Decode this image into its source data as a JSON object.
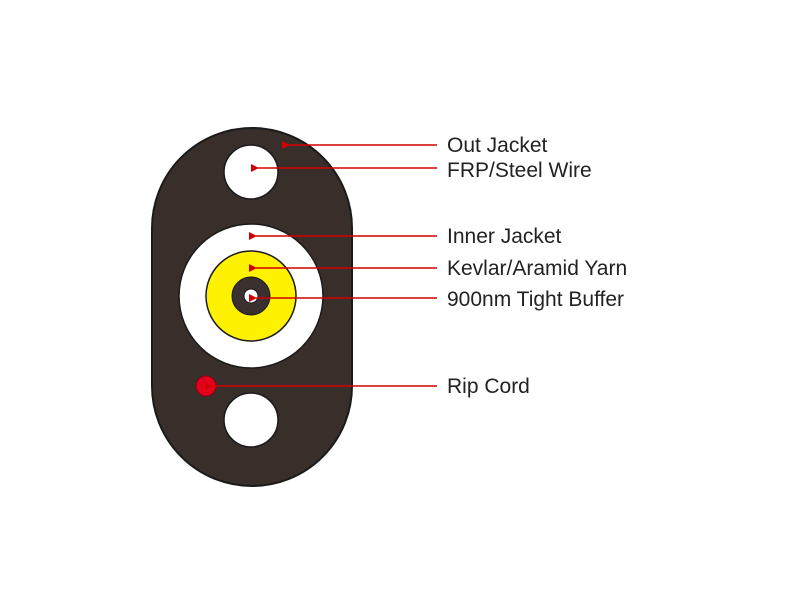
{
  "colors": {
    "background": "#ffffff",
    "outer_jacket": "#382e2a",
    "outline": "#1a1a1a",
    "wire_hole": "#ffffff",
    "inner_jacket": "#ffffff",
    "kevlar": "#fff200",
    "tight_buffer": "#3a3030",
    "fiber_core": "#ffffff",
    "rip_cord": "#e3001b",
    "leader_line": "#d40000",
    "label_text": "#222222"
  },
  "labels": {
    "out_jacket": "Out Jacket",
    "frp_steel_wire": "FRP/Steel Wire",
    "inner_jacket": "Inner Jacket",
    "kevlar_aramid_yarn": "Kevlar/Aramid Yarn",
    "tight_buffer": "900nm Tight Buffer",
    "rip_cord": "Rip Cord"
  }
}
